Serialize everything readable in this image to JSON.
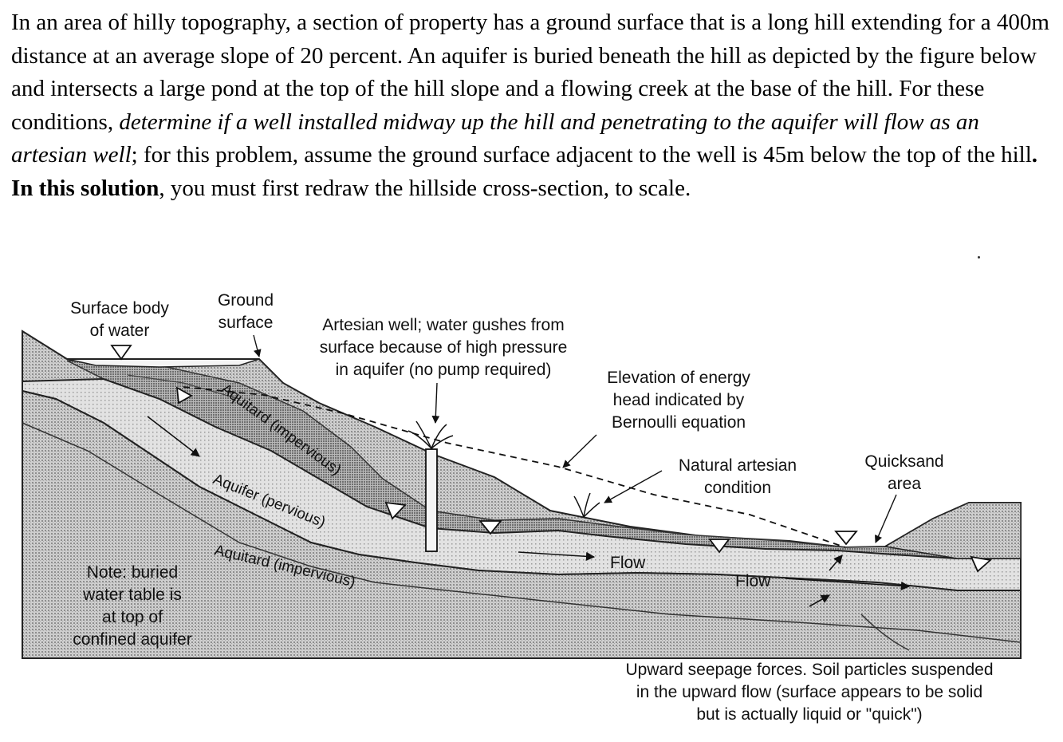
{
  "problem": {
    "part1": "In an area of hilly topography, a section of property has a ground surface that is a long hill extending for a 400m distance at an average slope of 20 percent. An aquifer is buried beneath the hill as depicted by the figure below and intersects a large pond at the top of the hill slope and a flowing creek at the base of the hill. For these conditions, ",
    "emphasis": "determine if a well installed midway up the hill and penetrating to the aquifer will flow as an artesian well",
    "part2": "; for this problem, assume the ground surface adjacent to the well is 45m below the top of the hill",
    "strong_period": ".",
    "strong": " In this solution",
    "part3": ", you must first redraw the hillside cross-section, to scale."
  },
  "figure": {
    "surface_body": [
      "Surface body",
      "of water"
    ],
    "ground_surface": [
      "Ground",
      "surface"
    ],
    "artesian_well": [
      "Artesian well; water gushes from",
      "surface because of high pressure",
      "in aquifer (no pump required)"
    ],
    "energy_head": [
      "Elevation of energy",
      "head indicated by",
      "Bernoulli equation"
    ],
    "natural_artesian": [
      "Natural artesian",
      "condition"
    ],
    "quicksand": [
      "Quicksand",
      "area"
    ],
    "aquitard_top": "Aquitard (impervious)",
    "aquifer": "Aquifer (pervious)",
    "aquitard_bottom": "Aquitard (impervious)",
    "flow_1": "Flow",
    "flow_2": "Flow",
    "note": [
      "Note: buried",
      "water table is",
      "at top of",
      "confined aquifer"
    ],
    "seepage": [
      "Upward seepage forces. Soil particles suspended",
      "in the upward flow (surface appears to be solid",
      "but is actually liquid or \"quick\")"
    ]
  }
}
